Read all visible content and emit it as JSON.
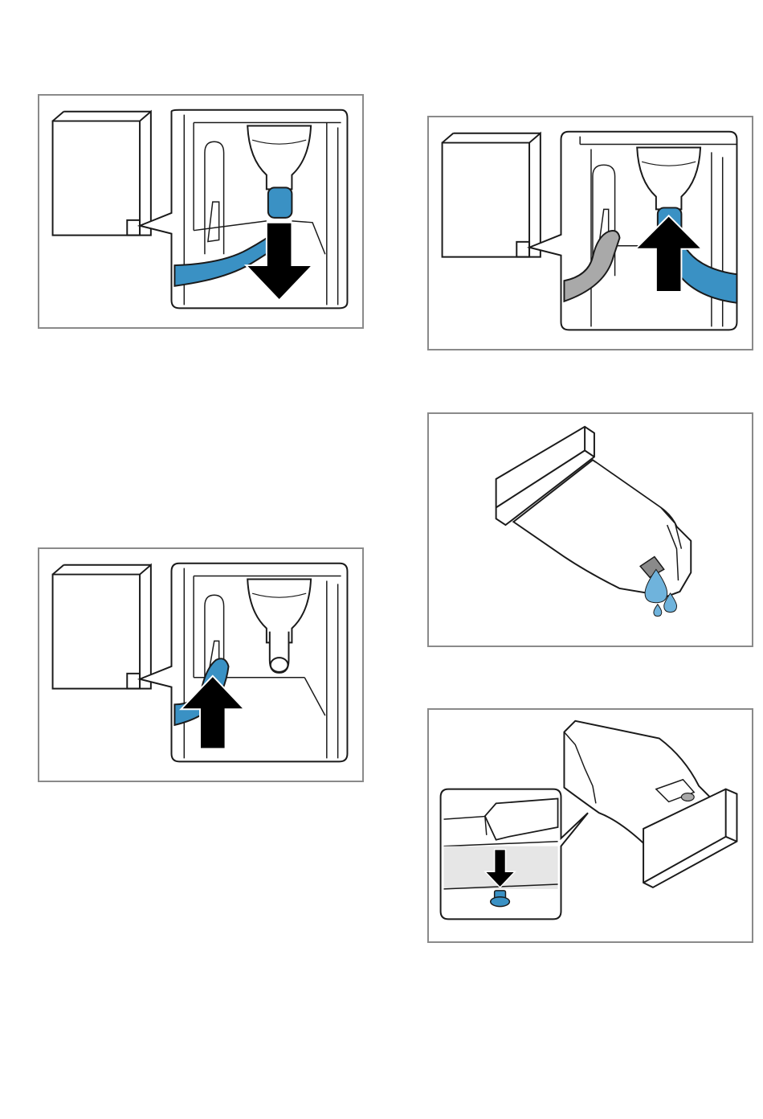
{
  "colors": {
    "hose_blue": "#3a91c4",
    "hose_grey": "#a9a9a9",
    "water_blue": "#6fb3dc",
    "frame_grey": "#8a8a8a",
    "arrow_black": "#000000",
    "line": "#1a1a1a"
  },
  "figures": [
    {
      "id": "fig-1",
      "subject": "hose-detach",
      "arrow": "down-arrow-icon"
    },
    {
      "id": "fig-2",
      "subject": "hose-reattach",
      "arrow": "up-arrow-icon"
    },
    {
      "id": "fig-3",
      "subject": "drawer-drain",
      "arrow": ""
    },
    {
      "id": "fig-4",
      "subject": "hose-on-spout",
      "arrow": "up-arrow-icon"
    },
    {
      "id": "fig-5",
      "subject": "drawer-plug",
      "arrow": "down-arrow-icon"
    }
  ]
}
